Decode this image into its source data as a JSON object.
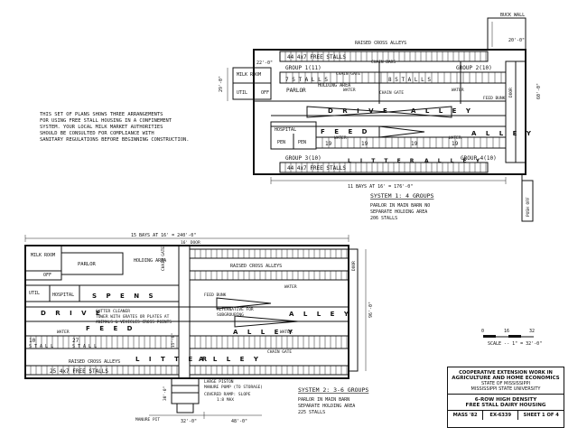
{
  "notes": {
    "lines": [
      "THIS SET OF PLANS SHOWS THREE ARRANGEMENTS",
      "FOR USING FREE STALL HOUSING IN A CONFINEMENT",
      "SYSTEM. YOUR LOCAL MILK MARKET AUTHORITIES",
      "SHOULD BE CONSULTED FOR COMPLIANCE WITH",
      "SANITARY REGULATIONS BEFORE BEGINNING CONSTRUCTION."
    ]
  },
  "system1": {
    "raised_cross_alleys": "RAISED CROSS ALLEYS",
    "buck_wall": "BUCK WALL",
    "dim_top": "22'-0\"",
    "dim_right_top": "20'-0\"",
    "dim_right_vert": "60'-0\"",
    "dim_left": "29'-0\"",
    "group1": "GROUP 1(11)",
    "group2": "GROUP 2(10)",
    "group3": "GROUP 3(10)",
    "group4": "GROUP 4(10)",
    "free_stalls_top": "44  4x7  FREE  STALLS",
    "free_stalls_bottom": "44  4x7  FREE  STALLS",
    "milk_room": "MILK ROOM",
    "parlor": "PARLOR",
    "util": "UTIL",
    "off": "OFF",
    "hospital": "HOSPITAL",
    "pen1": "PEN",
    "pen2": "PEN",
    "holding_area": "HOLDING AREA",
    "chain_gate_a": "CHAIN GATE",
    "chain_gate_b": "CHAIN GATE",
    "chain_bars": "CHAIN BARS",
    "water_a": "WATER",
    "water_b": "WATER",
    "water_c": "WATER",
    "water_d": "WATER",
    "feed_bunk": "FEED BUNK",
    "drive": "D R I V E",
    "alley_a": "A L L E Y",
    "alley_b": "A L L E Y",
    "alley_c": "A L L E Y",
    "feed": "F E E D",
    "litter": "L I T T E R",
    "stalls_7": "7  S T A L L S",
    "stalls_8": "8  S T A L L S",
    "stalls_19a": "19",
    "stalls_19b": "19",
    "stalls_19c": "19",
    "stalls_19d": "19",
    "door": "DOOR",
    "push_off": "PUSH OFF",
    "bays": "11 BAYS AT 16' = 176'-0\"",
    "title": "SYSTEM 1: 4 GROUPS",
    "sub1": "PARLOR IN MAIN BARN  NO",
    "sub2": "SEPARATE HOLDING AREA",
    "sub3": "206 STALLS"
  },
  "system2": {
    "bays": "15 BAYS AT 16' = 240'-0\"",
    "door_16": "16' DOOR",
    "milk_room": "MILK ROOM",
    "parlor": "PARLOR",
    "holding_area": "HOLDING AREA",
    "chain_gate": "CHAIN GATE",
    "raised_cross_alleys_top": "RAISED CROSS ALLEYS",
    "raised_cross_alleys_bottom": "RAISED CROSS ALLEYS",
    "util": "UTIL",
    "off": "OFF",
    "hospital": "HOSPITAL",
    "pens": "S  P  E  N  S",
    "feed_bunk": "FEED BUNK",
    "water_top": "WATER",
    "water_mid": "WATER",
    "water_low": "WATER",
    "gutter": "GUTTER CLEANER",
    "tower1": "TOWER WITH GRATES OR PLATES AT",
    "tower2": "ANIMALS & VEHICLES CROSS POINTS",
    "alternative1": "ALTERNATIVE FOR",
    "alternative2": "SUBGROUPING",
    "drive": "D R I V E",
    "alley_a": "A L L E Y",
    "alley_b": "A L L E Y",
    "alley_c": "A L L E Y",
    "feed": "F E E D",
    "litter": "L I T T E R",
    "stalls_10": "10",
    "stalls_27": "27",
    "stall_word_a": "S T A L L",
    "stall_word_b": "S T A L L",
    "free_stalls": "25  4x7  FREE  STALLS",
    "chain_gate_low": "CHAIN GATE",
    "large_piston": "LARGE PISTON",
    "manure_pump": "MANURE PUMP (TO STORAGE)",
    "covered_ramp": "COVERED RAMP: SLOPE",
    "ramp_max": "1:8 MAX",
    "manure_pit": "MANURE PIT",
    "dim_32": "32'-0\"",
    "dim_48": "48'-0\"",
    "dim_96": "96'-0\"",
    "dim_15": "15'-0\"",
    "dim_30": "30'-0\"",
    "door": "DOOR",
    "title": "SYSTEM 2: 3-6 GROUPS",
    "sub1": "PARLOR IN MAIN BARN",
    "sub2": "SEPARATE HOLDING AREA",
    "sub3": "225 STALLS"
  },
  "scale": {
    "ticks": [
      "0",
      "16",
      "32"
    ],
    "label": "SCALE -- 1\" = 32'-0\""
  },
  "title_block": {
    "line1": "COOPERATIVE EXTENSION WORK IN",
    "line2": "AGRICULTURE AND HOME ECONOMICS",
    "line3": "STATE OF MISSISSIPPI",
    "line4": "MISSISSIPPI STATE UNIVERSITY",
    "line5": "6-ROW HIGH DENSITY",
    "line6": "FREE STALL DAIRY HOUSING",
    "code_a": "MASS '82",
    "code_b": "EX-6339",
    "code_c": "SHEET 1 OF 4"
  }
}
